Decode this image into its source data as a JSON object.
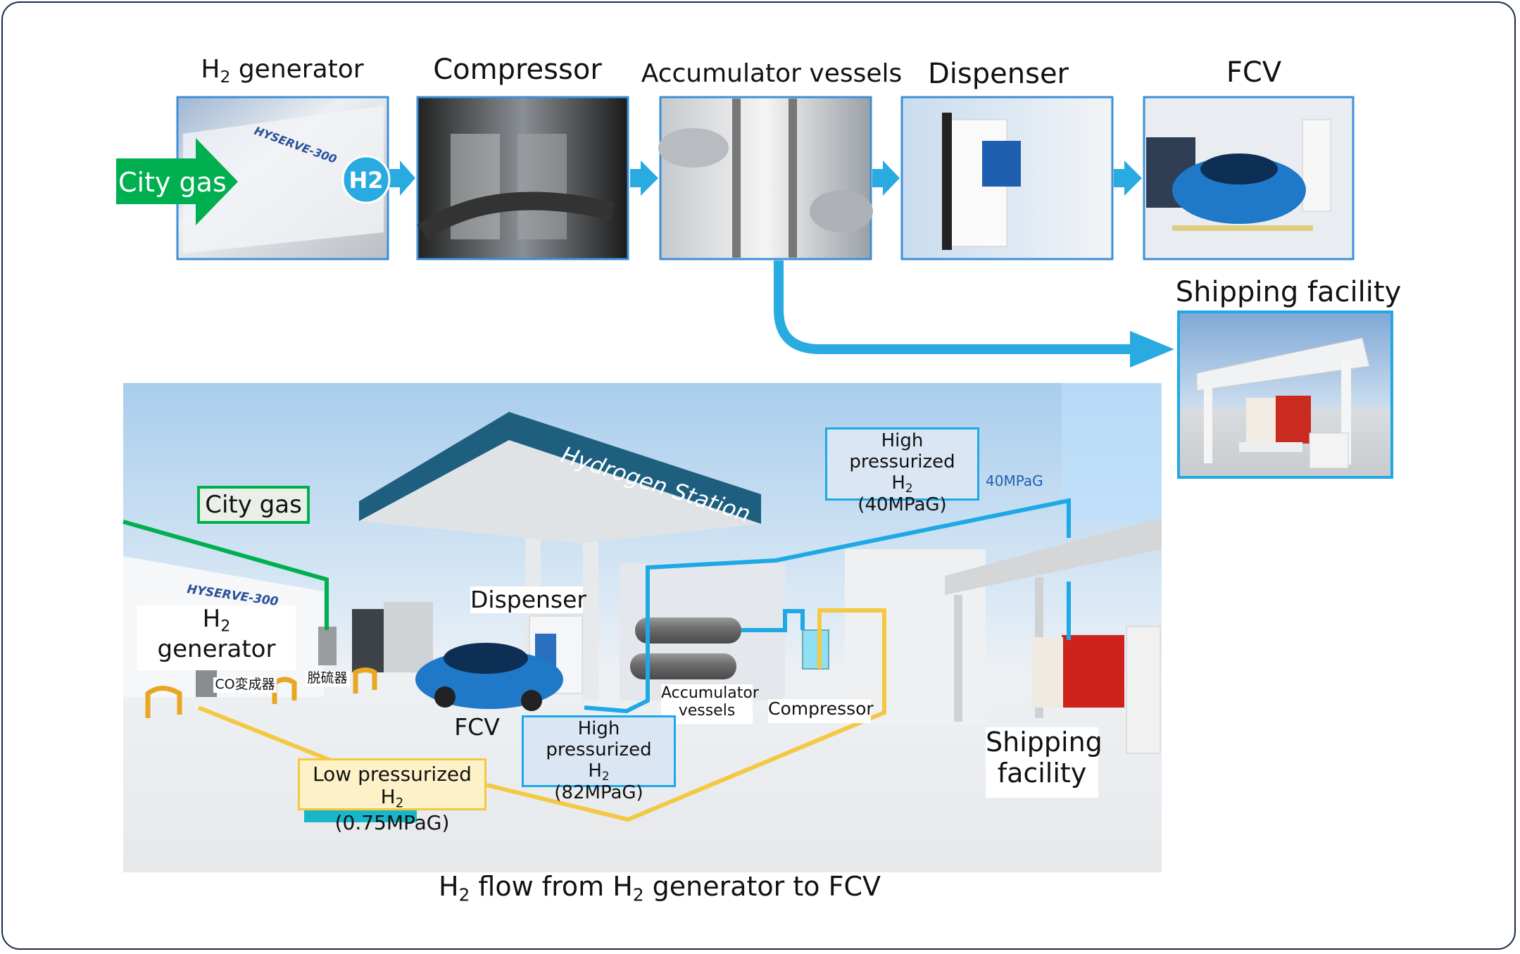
{
  "top_row": {
    "stages": [
      {
        "pre": "H",
        "sub": "2",
        "post": " generator"
      },
      {
        "pre": "Compressor",
        "sub": "",
        "post": ""
      },
      {
        "pre": "Accumulator vessels",
        "sub": "",
        "post": ""
      },
      {
        "pre": "Dispenser",
        "sub": "",
        "post": ""
      },
      {
        "pre": "FCV",
        "sub": "",
        "post": ""
      }
    ],
    "city_gas_arrow": "City gas",
    "h2_badge": "H2",
    "generator_sign": "HYSERVE-300",
    "shipping_facility": "Shipping facility"
  },
  "scene": {
    "canopy_sign": "Hydrogen Station",
    "city_gas": "City gas",
    "h2_generator": {
      "pre": "H",
      "sub": "2",
      "line2": "generator"
    },
    "generator_sign": "HYSERVE-300",
    "co_converter": "CO変成器",
    "desulfurizer": "脱硫器",
    "dispenser": "Dispenser",
    "fcv": "FCV",
    "accumulator": {
      "line1": "Accumulator",
      "line2": "vessels"
    },
    "compressor": "Compressor",
    "high_82": {
      "line1": "High pressurized",
      "pre": "H",
      "sub": "2",
      "line3": "(82MPaG)"
    },
    "high_40": {
      "line1": "High pressurized",
      "pre": "H",
      "sub": "2",
      "line3": "(40MPaG)"
    },
    "label_40": "40MPaG",
    "low_075": {
      "pre": "Low pressurized H",
      "sub": "2",
      "line2": "(0.75MPaG)"
    },
    "shipping": {
      "line1": "Shipping",
      "line2": "facility"
    }
  },
  "caption": {
    "p1": "H",
    "s1": "2",
    "p2": " flow from H",
    "s2": "2",
    "p3": " generator to FCV"
  },
  "colors": {
    "frame": "#1b2a4a",
    "flow_arrow": "#29abe2",
    "city_gas_green": "#00b050",
    "high_pressure_line": "#1ea9e6",
    "low_pressure_line": "#f4c842",
    "canopy": "#1e5f80"
  }
}
